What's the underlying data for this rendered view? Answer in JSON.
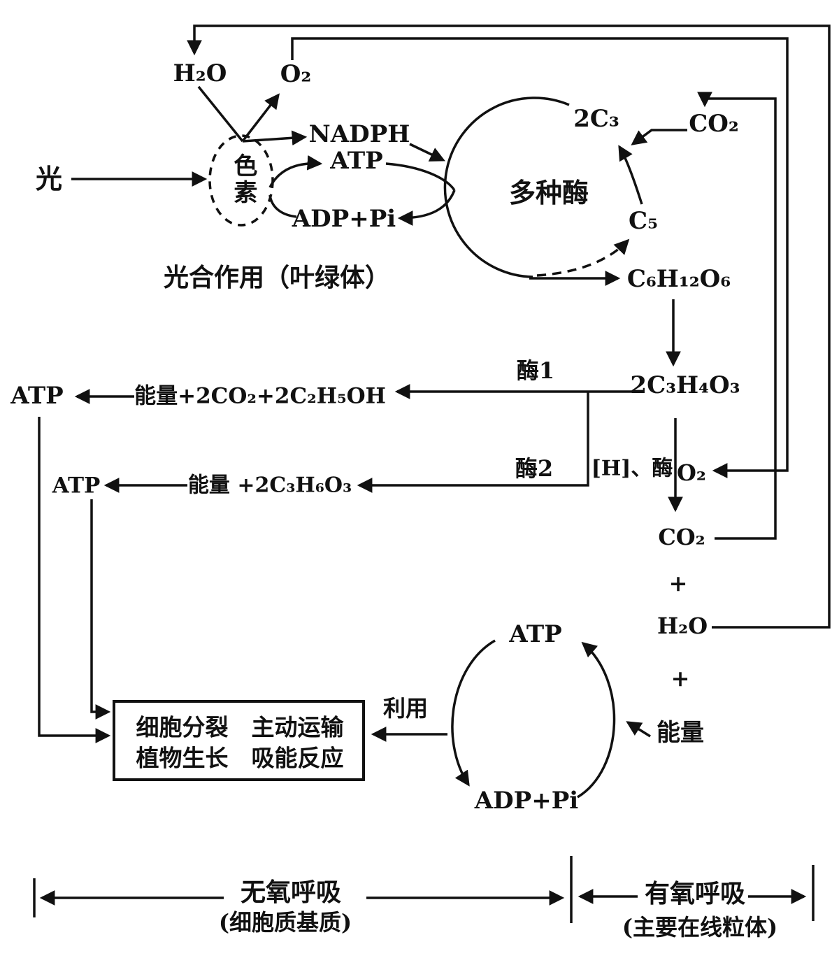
{
  "colors": {
    "ink": "#111111",
    "background": "#ffffff"
  },
  "photo": {
    "h2o": "H₂O",
    "o2": "O₂",
    "light": "光",
    "pigment": "色素",
    "nadph": "NADPH",
    "atp": "ATP",
    "adp": "ADP+Pi",
    "enzymes": "多种酶",
    "c3": "2C₃",
    "c5": "C₅",
    "co2": "CO₂",
    "glucose": "C₆H₁₂O₆",
    "caption": "光合作用（叶绿体）"
  },
  "anaerobic": {
    "pyruvate": "2C₃H₄O₃",
    "enzyme1": "酶1",
    "enzyme2": "酶2",
    "products1": "能量+2CO₂+2C₂H₅OH",
    "products2": "能量 +2C₃H₆O₃",
    "atp1": "ATP",
    "atp2": "ATP"
  },
  "aerobic": {
    "h_enzyme": "[H]、酶",
    "o2": "O₂",
    "co2": "CO₂",
    "plus1": "+",
    "h2o": "H₂O",
    "plus2": "+",
    "energy": "能量"
  },
  "atp_cycle": {
    "atp": "ATP",
    "adp": "ADP+Pi",
    "use": "利用",
    "uses_line1": "细胞分裂　主动运输",
    "uses_line2": "植物生长　吸能反应"
  },
  "footer": {
    "anaerobic_label": "无氧呼吸",
    "anaerobic_site": "(细胞质基质)",
    "aerobic_label": "有氧呼吸",
    "aerobic_site": "(主要在线粒体)"
  }
}
